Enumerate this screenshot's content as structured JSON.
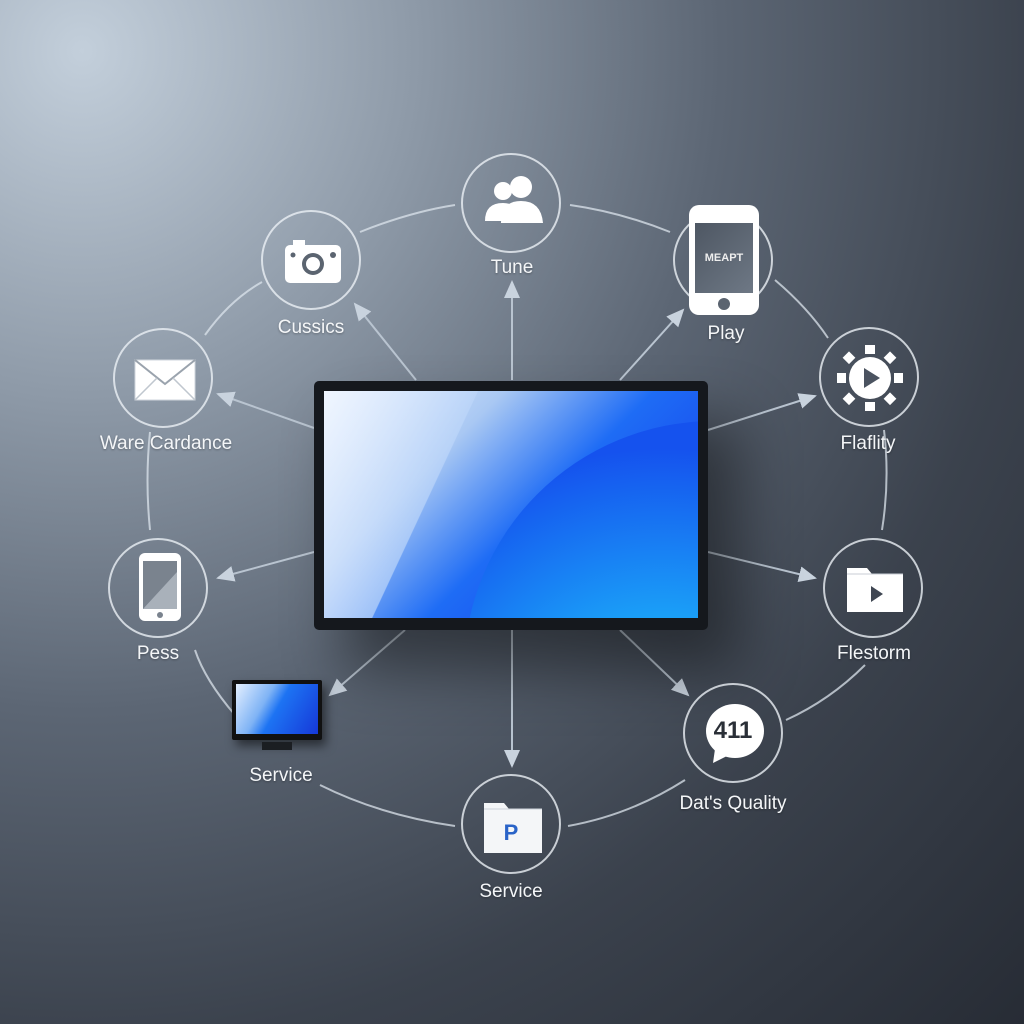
{
  "diagram": {
    "center": {
      "name": "central-monitor",
      "accent": "#1e6cf5"
    },
    "nodes": [
      {
        "id": "tune",
        "label": "Tune",
        "icon": "users-icon"
      },
      {
        "id": "cussics",
        "label": "Cussics",
        "icon": "camera-icon"
      },
      {
        "id": "play",
        "label": "Play",
        "icon": "smartphone-icon",
        "screen_text": "MEAPT"
      },
      {
        "id": "flaflity",
        "label": "Flaflity",
        "icon": "play-gear-icon"
      },
      {
        "id": "ware",
        "label": "Ware Cardance",
        "icon": "mail-icon"
      },
      {
        "id": "pess",
        "label": "Pess",
        "icon": "phone-icon"
      },
      {
        "id": "flestorm",
        "label": "Flestorm",
        "icon": "video-folder-icon"
      },
      {
        "id": "service1",
        "label": "Service",
        "icon": "monitor-icon"
      },
      {
        "id": "quality",
        "label": "Dat's Quality",
        "icon": "chat-bubble-icon",
        "badge_text": "411"
      },
      {
        "id": "service2",
        "label": "Service",
        "icon": "folder-icon",
        "folder_text": "P"
      }
    ]
  }
}
